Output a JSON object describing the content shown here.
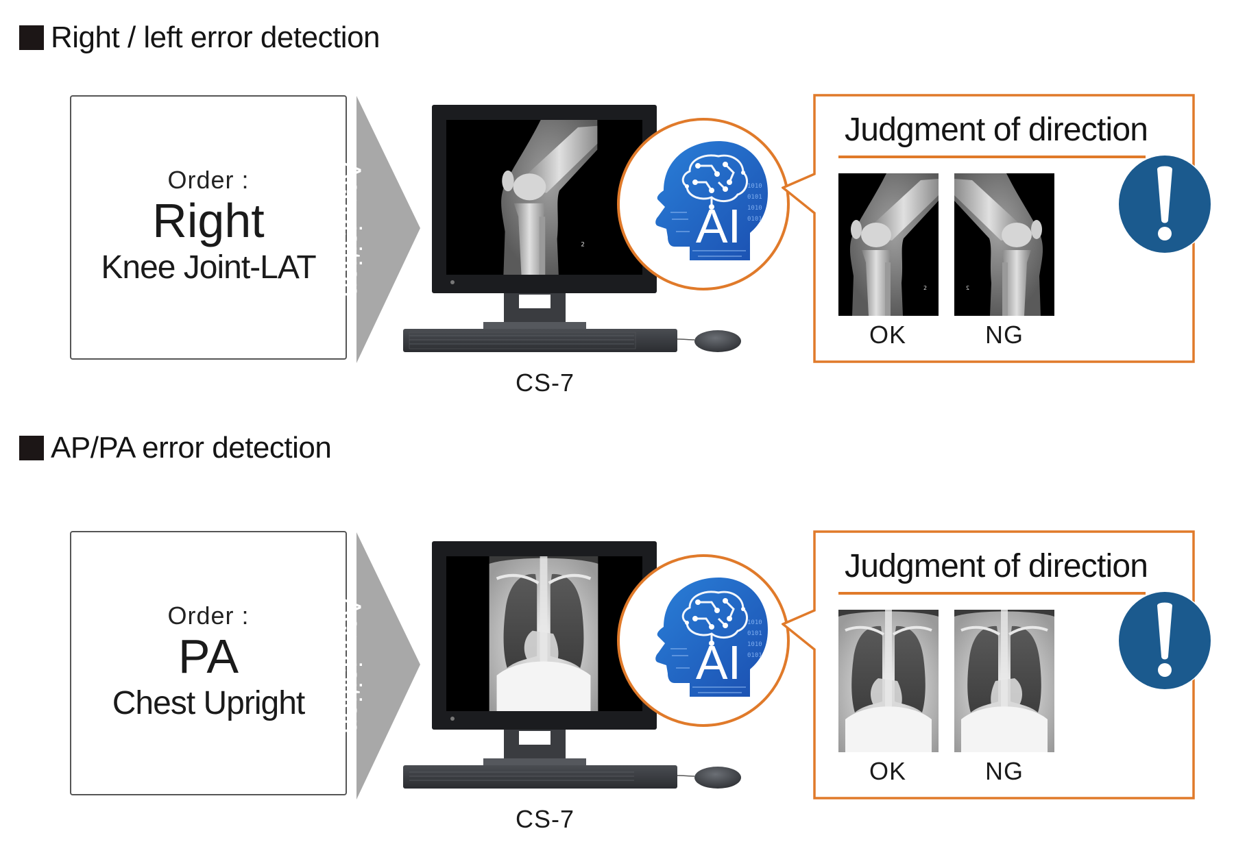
{
  "sections": [
    {
      "id": "right-left",
      "heading": "Right / left error detection",
      "order": {
        "label": "Order :",
        "main": "Right",
        "sub": "Knee Joint-LAT"
      },
      "arrow_label": "Acquisition",
      "device_label": "CS-7",
      "screen_image": "knee-lateral-xray",
      "ai_badge": "AI",
      "judgment": {
        "title": "Judgment of direction",
        "images": [
          {
            "caption": "OK",
            "image": "knee-lateral-xray"
          },
          {
            "caption": "NG",
            "image": "knee-lateral-xray-mirrored"
          }
        ],
        "alert_icon": "exclamation-icon"
      }
    },
    {
      "id": "ap-pa",
      "heading": "AP/PA error detection",
      "order": {
        "label": "Order :",
        "main": "PA",
        "sub": "Chest Upright"
      },
      "arrow_label": "Acquisition",
      "device_label": "CS-7",
      "screen_image": "chest-pa-xray",
      "ai_badge": "AI",
      "judgment": {
        "title": "Judgment of direction",
        "images": [
          {
            "caption": "OK",
            "image": "chest-pa-xray"
          },
          {
            "caption": "NG",
            "image": "chest-ap-xray"
          }
        ],
        "alert_icon": "exclamation-icon"
      }
    }
  ],
  "colors": {
    "accent_orange": "#e07a2a",
    "alert_blue": "#1b5a8e",
    "ai_blue": "#2169c8",
    "arrow_gray": "#a8a8a8",
    "heading_square": "#1c1616"
  }
}
